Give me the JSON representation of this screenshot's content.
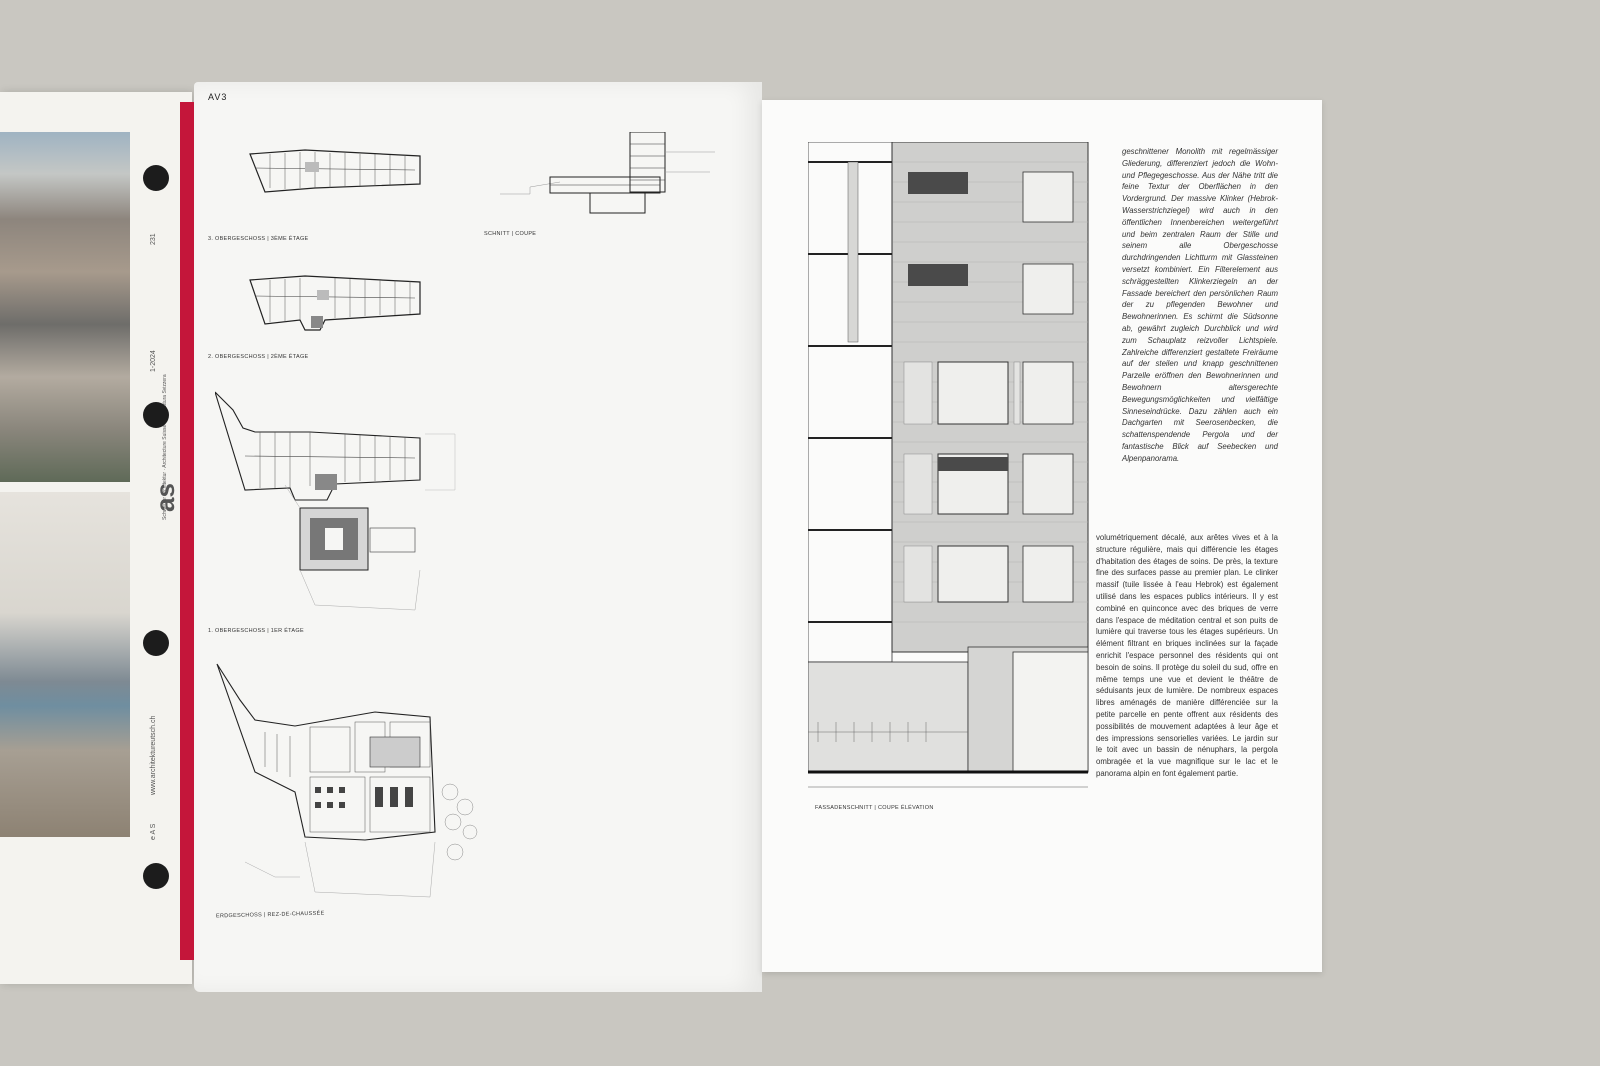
{
  "header": {
    "code": "AV3"
  },
  "prev_page": {
    "page_number": "231",
    "issue": "1-2024",
    "logo": "as",
    "publisher_lines": "Schweizer Architektur · Architecture Suisse · Architettura Svizzera",
    "website": "www.architektureutsch.ch",
    "small_code": "e A S"
  },
  "captions": {
    "plan_3": "3. Obergeschoss | 3ème étage",
    "plan_2": "2. Obergeschoss | 2ème étage",
    "plan_1": "1. Obergeschoss | 1er étage",
    "plan_ground": "Erdgeschoss | Rez-de-chaussée",
    "section": "Schnitt | Coupe",
    "facade": "Fassadenschnitt | Coupe élévation"
  },
  "text_de": "geschnittener Monolith mit regelmässiger Gliederung, differenziert jedoch die Wohn- und Pflegegeschosse. Aus der Nähe tritt die feine Textur der Oberflächen in den Vordergrund. Der massive Klinker (Hebrok-Wasserstrichziegel) wird auch in den öffentlichen Innenbereichen weitergeführt und beim zentralen Raum der Stille und seinem alle Obergeschosse durchdringenden Lichtturm mit Glassteinen versetzt kombiniert. Ein Filterelement aus schräggestellten Klinkerziegeln an der Fassade bereichert den persönlichen Raum der zu pflegenden Bewohner und Bewohnerinnen. Es schirmt die Südsonne ab, gewährt zugleich Durchblick und wird zum Schauplatz reizvoller Lichtspiele. Zahlreiche differenziert gestaltete Freiräume auf der steilen und knapp geschnittenen Parzelle eröffnen den Bewohnerinnen und Bewohnern altersgerechte Bewegungsmöglichkeiten und vielfältige Sinneseindrücke. Dazu zählen auch ein Dachgarten mit Seerosenbecken, die schattenspendende Pergola und der fantastische Blick auf Seebecken und Alpenpanorama.",
  "text_fr": "volumétriquement décalé, aux arêtes vives et à la structure régulière, mais qui différencie les étages d'habitation des étages de soins. De près, la texture fine des surfaces passe au premier plan. Le clinker massif (tuile lissée à l'eau Hebrok) est également utilisé dans les espaces publics intérieurs. Il y est combiné en quinconce avec des briques de verre dans l'espace de méditation central et son puits de lumière qui traverse tous les étages supérieurs. Un élément filtrant en briques inclinées sur la façade enrichit l'espace personnel des résidents qui ont besoin de soins. Il protège du soleil du sud, offre en même temps une vue et devient le théâtre de séduisants jeux de lumière. De nombreux espaces libres aménagés de manière différenciée sur la petite parcelle en pente offrent aux résidents des possibilités de mouvement adaptées à leur âge et des impressions sensorielles variées. Le jardin sur le toit avec un bassin de nénuphars, la pergola ombragée et la vue magnifique sur le lac et le panorama alpin en font également partie."
}
